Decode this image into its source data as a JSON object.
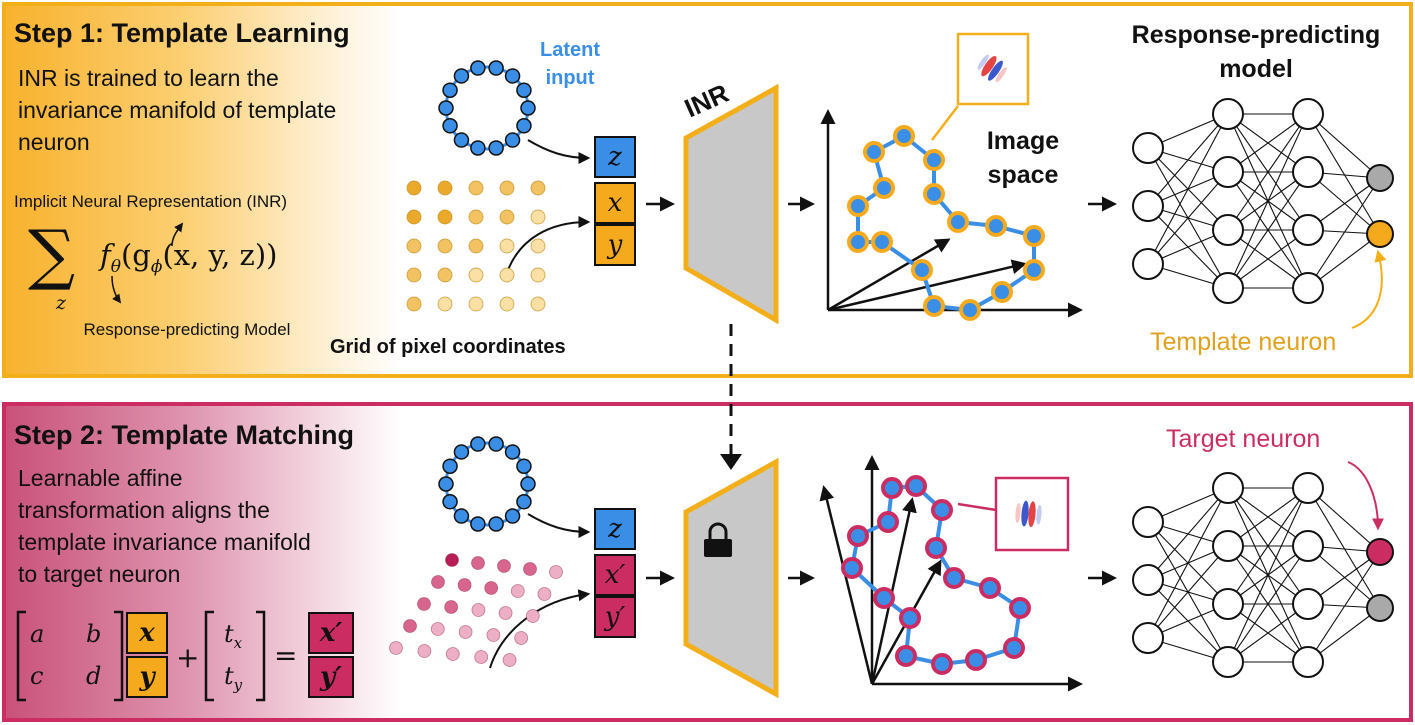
{
  "step1": {
    "title": "Step 1: Template Learning",
    "description": "INR is trained to learn the invariance manifold of template neuron",
    "inr_label": "Implicit Neural Representation (INR)",
    "model_label": "Response-predicting Model"
  },
  "step2": {
    "title": "Step 2: Template Matching",
    "description": "Learnable affine transformation aligns the template invariance manifold to target neuron"
  },
  "diagram": {
    "latent_input": "Latent input",
    "grid_label": "Grid of pixel coordinates",
    "inr_block": "INR",
    "image_space": "Image space",
    "response_model_title": "Response-predicting model",
    "template_neuron": "Template neuron",
    "target_neuron": "Target neuron",
    "box_z": "z",
    "box_x": "x",
    "box_y": "y",
    "box_xp": "x′",
    "box_yp": "y′"
  },
  "formula1": {
    "sum_var": "z",
    "expression": "f",
    "theta": "θ",
    "g": "(g",
    "phi": "ϕ",
    "args": "(x, y, z))"
  },
  "formula2": {
    "a": "a",
    "b": "b",
    "c": "c",
    "d": "d",
    "x": "x",
    "y": "y",
    "tx": "t",
    "tx_sub": "x",
    "ty": "t",
    "ty_sub": "y",
    "plus": "+",
    "equals": "=",
    "xp": "x′",
    "yp": "y′"
  },
  "colors": {
    "orange": "#F3AF1A",
    "orange_fill": "#F5A91C",
    "blue": "#3B8EE6",
    "crimson": "#CB2D62",
    "gray_inr": "#C8C8C8",
    "neuron_gray": "#A9A9A9"
  },
  "icons": [
    "lock-icon",
    "arrow-right-icon",
    "dashed-arrow-down-icon"
  ]
}
